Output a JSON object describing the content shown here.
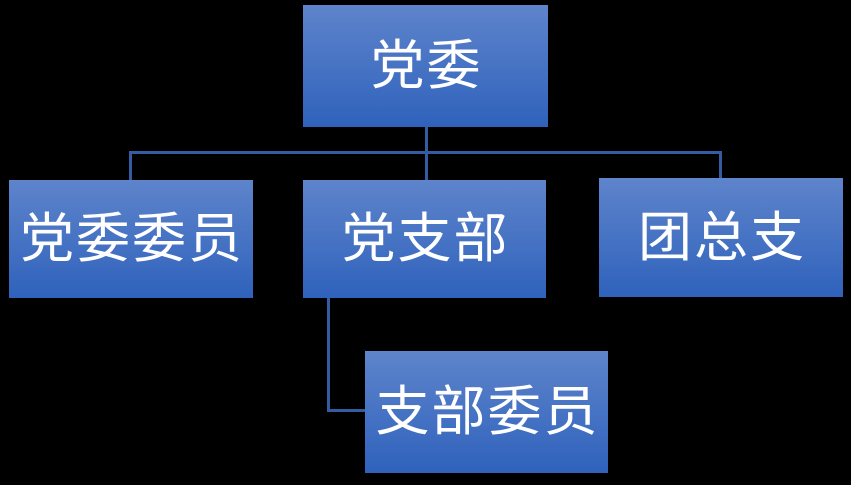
{
  "diagram": {
    "type": "org-chart",
    "background_color": "#000000",
    "node_gradient_top": "#5E84CB",
    "node_gradient_bottom": "#2F62BC",
    "node_text_color": "#FFFFFF",
    "connector_color": "#335CA3",
    "nodes": [
      {
        "id": "root",
        "label": "党委",
        "parent": null
      },
      {
        "id": "committee-members",
        "label": "党委委员",
        "parent": "root"
      },
      {
        "id": "party-branch",
        "label": "党支部",
        "parent": "root"
      },
      {
        "id": "league-general-branch",
        "label": "团总支",
        "parent": "root"
      },
      {
        "id": "branch-members",
        "label": "支部委员",
        "parent": "party-branch"
      }
    ]
  }
}
